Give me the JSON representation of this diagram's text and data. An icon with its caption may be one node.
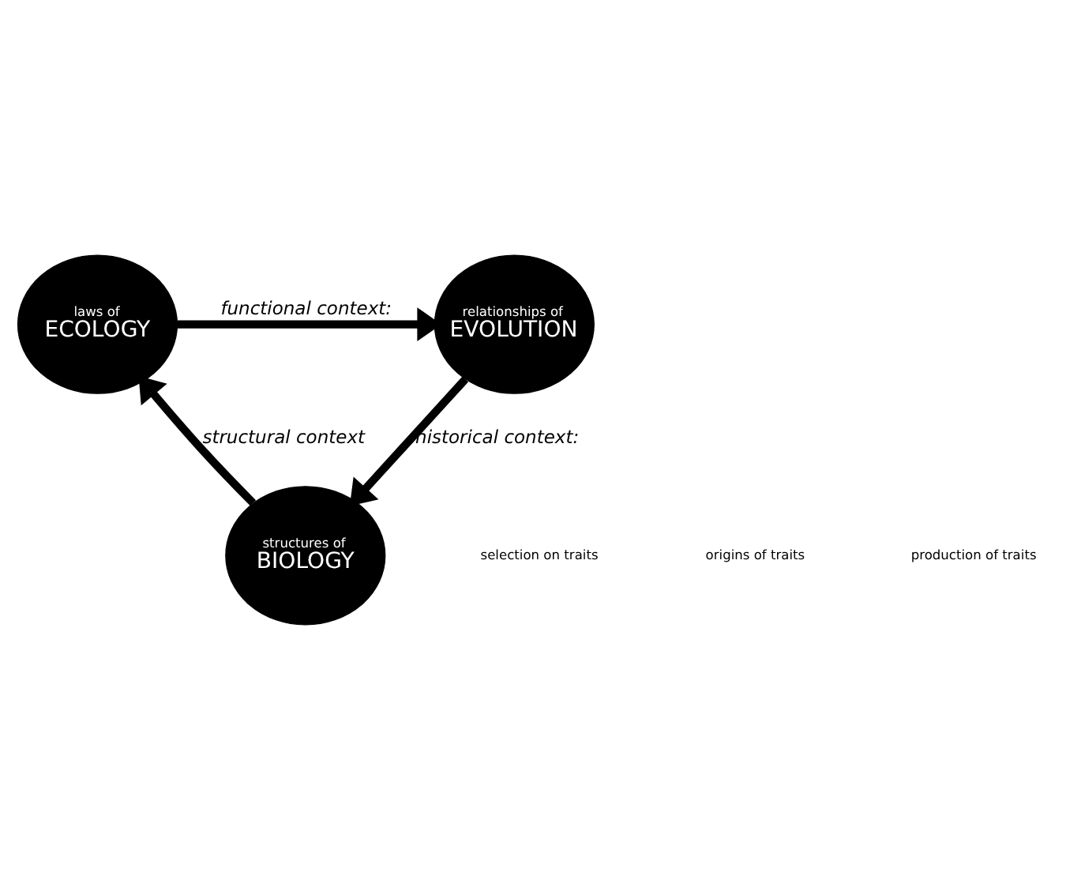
{
  "diagram": {
    "nodes": [
      {
        "text": [
          "laws of",
          "ECOLOGY"
        ]
      },
      {
        "text": [
          "relationships of",
          "EVOLUTION"
        ]
      },
      {
        "text": [
          "structures of",
          "BIOLOGY"
        ]
      }
    ],
    "edges": [
      {
        "from": 0,
        "to": 1,
        "arrow": "to",
        "label": "functional context:"
      },
      {
        "from": 1,
        "to": 2,
        "arrow": "to",
        "label": "historical context:"
      },
      {
        "from": 2,
        "to": 0,
        "arrow": "to",
        "label": "structural context"
      }
    ],
    "labels": [
      "selection on traits",
      "origins of traits",
      "production of traits"
    ]
  }
}
